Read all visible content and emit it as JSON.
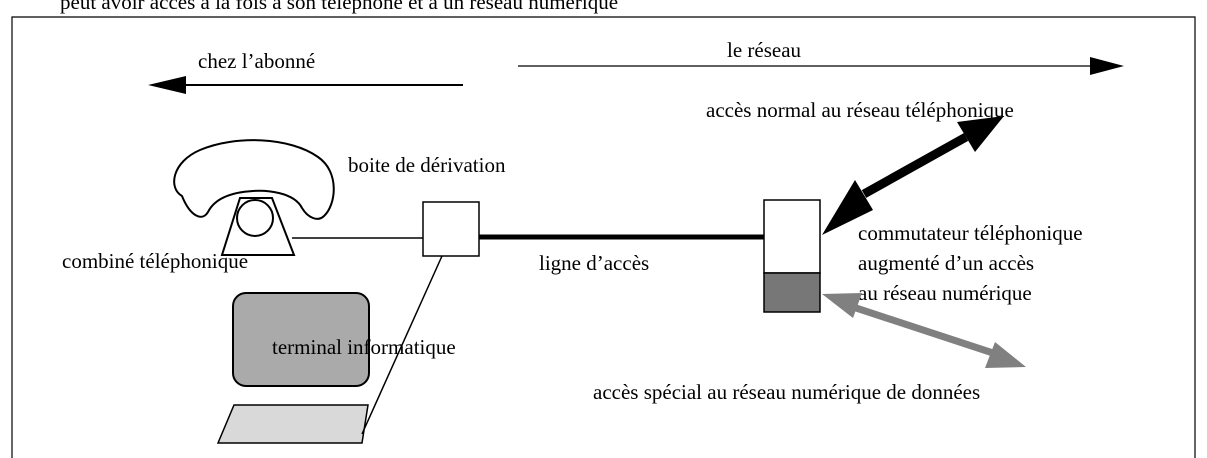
{
  "header_fragment": "peut avoir acces a la fois a son telephone et a un reseau numerique",
  "labels": {
    "subscriber_side": "chez l’abonné",
    "network_side": "le réseau",
    "normal_access": "accès normal au réseau téléphonique",
    "junction_box": "boite de dérivation",
    "phone": "combiné téléphonique",
    "access_line": "ligne d’accès",
    "switch_line1": "commutateur téléphonique",
    "switch_line2": "augmenté d’un accès",
    "switch_line3": "au réseau numérique",
    "terminal": "terminal informatique",
    "special_access": "accès spécial au réseau numérique de données"
  },
  "colors": {
    "line": "#000000",
    "screen_fill": "#aaaaaa",
    "keyboard_fill": "#d9d9d9",
    "switch_bottom_fill": "#777777",
    "gray_arrow": "#808080"
  },
  "icons": {
    "phone": "telephone-handset-icon",
    "computer": "computer-terminal-icon",
    "junction_box": "junction-box-icon",
    "switch": "telephone-switch-icon"
  }
}
